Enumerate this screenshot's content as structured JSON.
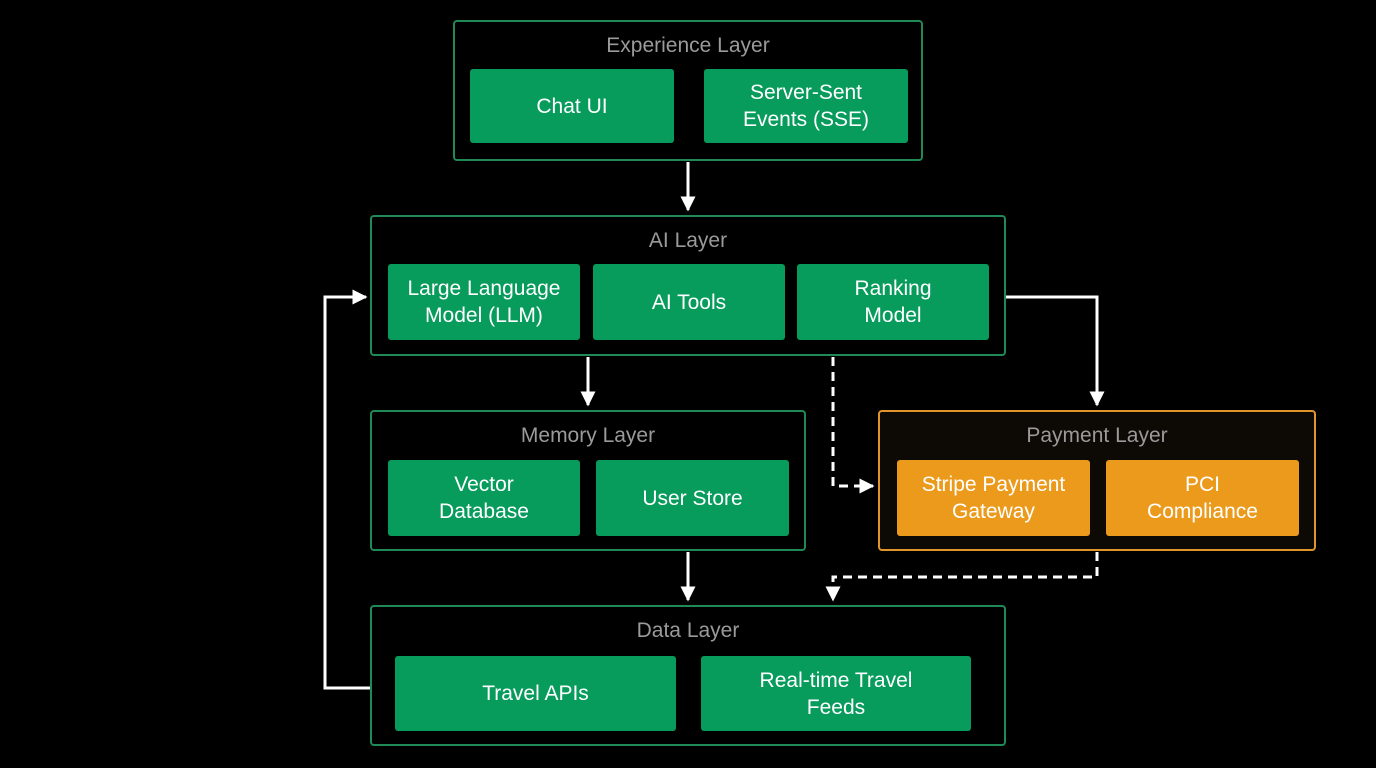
{
  "diagram": {
    "layers": {
      "experience": {
        "title": "Experience Layer",
        "nodes": [
          "Chat UI",
          "Server-Sent\nEvents (SSE)"
        ]
      },
      "ai": {
        "title": "AI Layer",
        "nodes": [
          "Large Language\nModel (LLM)",
          "AI Tools",
          "Ranking\nModel"
        ]
      },
      "memory": {
        "title": "Memory Layer",
        "nodes": [
          "Vector\nDatabase",
          "User Store"
        ]
      },
      "payment": {
        "title": "Payment Layer",
        "nodes": [
          "Stripe Payment\nGateway",
          "PCI\nCompliance"
        ]
      },
      "data": {
        "title": "Data Layer",
        "nodes": [
          "Travel APIs",
          "Real-time Travel\nFeeds"
        ]
      }
    },
    "edges": [
      {
        "from": "Experience Layer",
        "to": "AI Layer",
        "style": "solid"
      },
      {
        "from": "Large Language Model (LLM)",
        "to": "Memory Layer",
        "style": "solid"
      },
      {
        "from": "Ranking Model",
        "to": "Payment Layer",
        "style": "solid"
      },
      {
        "from": "AI Layer",
        "to": "Payment Layer",
        "style": "dashed"
      },
      {
        "from": "Memory Layer",
        "to": "Data Layer",
        "style": "solid"
      },
      {
        "from": "Payment Layer",
        "to": "Data Layer",
        "style": "dashed"
      },
      {
        "from": "Data Layer",
        "to": "AI Layer",
        "style": "solid"
      }
    ],
    "colors": {
      "background": "#000000",
      "green_border": "#1f8a55",
      "green_node": "#079b5c",
      "orange_border": "#e0952a",
      "orange_node": "#eb9a1b",
      "title_text": "#9a9a9a",
      "arrow": "#ffffff"
    }
  }
}
